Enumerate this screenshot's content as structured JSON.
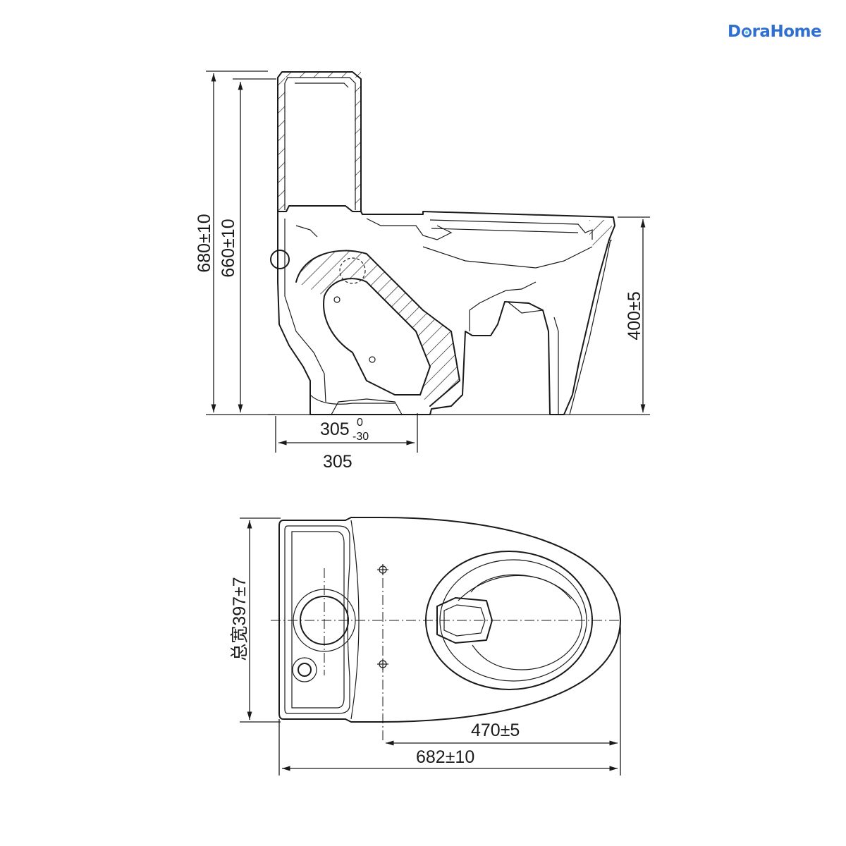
{
  "logo": {
    "brand_prefix": "D",
    "brand_suffix": "raHome",
    "color": "#2f6fd0",
    "accent": "#5ec3f2"
  },
  "side_view": {
    "height_total": "680±10",
    "height_tank": "660±10",
    "height_seat": "400±5",
    "roughin_tol_base": "305",
    "roughin_tol_upper": "0",
    "roughin_tol_lower": "-30",
    "roughin": "305"
  },
  "top_view": {
    "total_width": "总宽397±7",
    "seat_length": "470±5",
    "total_length": "682±10"
  }
}
